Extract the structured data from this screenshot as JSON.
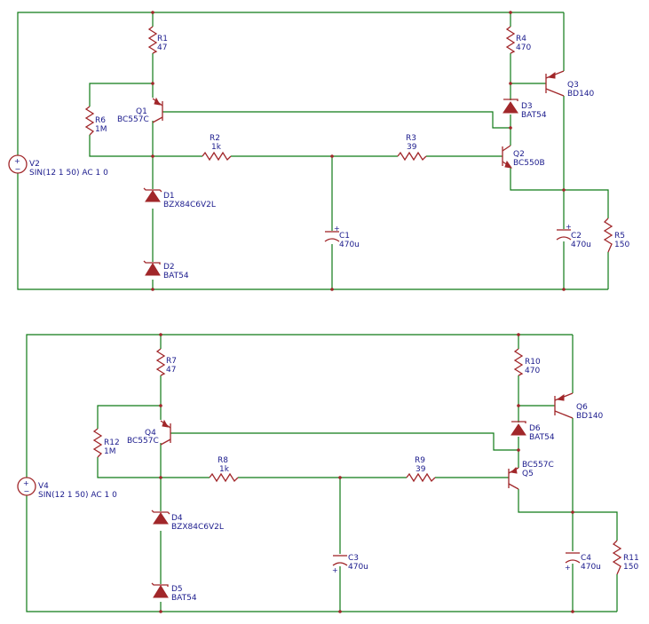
{
  "circuit1": {
    "V2": {
      "name": "V2",
      "value": "SIN(12 1 50) AC 1 0"
    },
    "R1": {
      "name": "R1",
      "value": "47"
    },
    "R4": {
      "name": "R4",
      "value": "470"
    },
    "R6": {
      "name": "R6",
      "value": "1M"
    },
    "Q1": {
      "name": "Q1",
      "value": "BC557C"
    },
    "Q3": {
      "name": "Q3",
      "value": "BD140"
    },
    "D3": {
      "name": "D3",
      "value": "BAT54"
    },
    "R2": {
      "name": "R2",
      "value": "1k"
    },
    "R3": {
      "name": "R3",
      "value": "39"
    },
    "Q2": {
      "name": "Q2",
      "value": "BC550B"
    },
    "D1": {
      "name": "D1",
      "value": "BZX84C6V2L"
    },
    "C1": {
      "name": "C1",
      "value": "470u"
    },
    "C2": {
      "name": "C2",
      "value": "470u"
    },
    "R5": {
      "name": "R5",
      "value": "150"
    },
    "D2": {
      "name": "D2",
      "value": "BAT54"
    }
  },
  "circuit2": {
    "V4": {
      "name": "V4",
      "value": "SIN(12 1 50) AC 1 0"
    },
    "R7": {
      "name": "R7",
      "value": "47"
    },
    "R10": {
      "name": "R10",
      "value": "470"
    },
    "R12": {
      "name": "R12",
      "value": "1M"
    },
    "Q4": {
      "name": "Q4",
      "value": "BC557C"
    },
    "Q6": {
      "name": "Q6",
      "value": "BD140"
    },
    "D6": {
      "name": "D6",
      "value": "BAT54"
    },
    "R8": {
      "name": "R8",
      "value": "1k"
    },
    "R9": {
      "name": "R9",
      "value": "39"
    },
    "Q5": {
      "name": "Q5",
      "value": "BC557C"
    },
    "D4": {
      "name": "D4",
      "value": "BZX84C6V2L"
    },
    "C3": {
      "name": "C3",
      "value": "470u"
    },
    "C4": {
      "name": "C4",
      "value": "470u"
    },
    "R11": {
      "name": "R11",
      "value": "150"
    },
    "D5": {
      "name": "D5",
      "value": "BAT54"
    }
  },
  "polarity": {
    "plus": "+",
    "minus": "−"
  },
  "colors": {
    "wire": "#0f7a16",
    "component": "#a1272a",
    "label": "#1a1a8c",
    "background": "#ffffff"
  }
}
